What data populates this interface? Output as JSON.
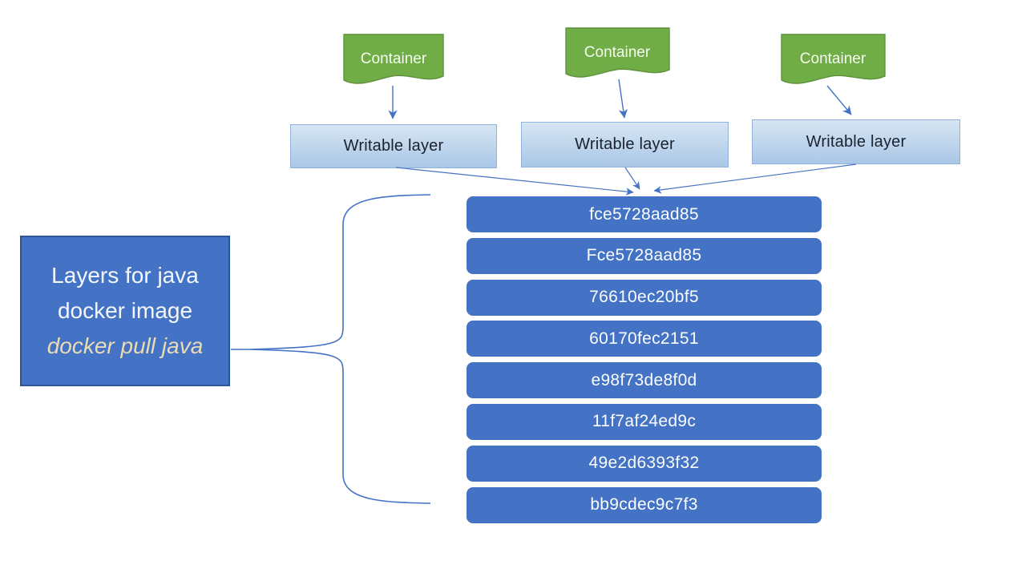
{
  "diagram": {
    "containers": [
      {
        "label": "Container"
      },
      {
        "label": "Container"
      },
      {
        "label": "Container"
      }
    ],
    "writable_layers": [
      {
        "label": "Writable layer"
      },
      {
        "label": "Writable layer"
      },
      {
        "label": "Writable layer"
      }
    ],
    "image_layers": [
      "fce5728aad85",
      "Fce5728aad85",
      "76610ec20bf5",
      "60170fec2151",
      "e98f73de8f0d",
      "11f7af24ed9c",
      "49e2d6393f32",
      "bb9cdec9c7f3"
    ],
    "info_box": {
      "line1": "Layers for java",
      "line2": "docker image",
      "command": "docker pull java"
    },
    "colors": {
      "container_green": "#70ad47",
      "container_green_border": "#5e9139",
      "layer_blue": "#4472c4",
      "info_border_blue": "#2f5597",
      "writable_light_blue": "#bdd7ee",
      "writable_border": "#8fb3de",
      "connector_blue": "#4472c4",
      "command_text_gold": "#eadcb4",
      "text_dark": "#1a2230",
      "text_white": "#fbfdff"
    }
  }
}
